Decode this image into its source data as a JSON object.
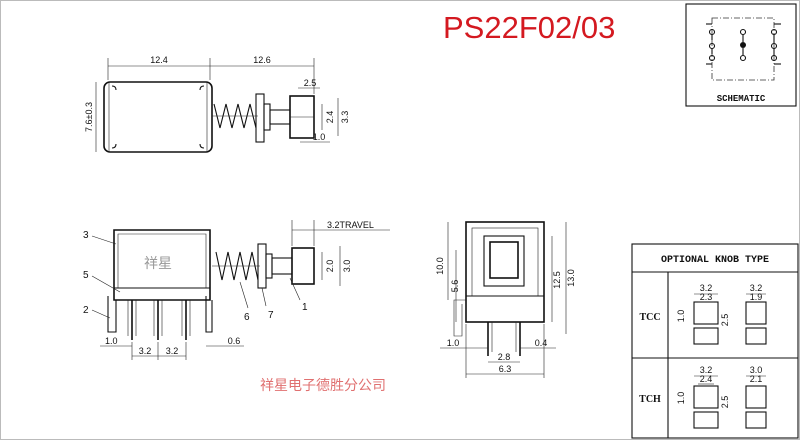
{
  "title": "PS22F02/03",
  "watermark": "祥星",
  "company": "祥星电子德胜分公司",
  "schematic": {
    "label": "SCHEMATIC"
  },
  "top_view": {
    "dims": {
      "body_length": "12.4",
      "stem_length": "12.6",
      "height": "7.6±0.3",
      "stem_tip": "2.5",
      "stem_w1": "2.4",
      "stem_w2": "3.3",
      "stem_end": "1.0"
    }
  },
  "side_view": {
    "travel": "3.2TRAVEL",
    "dims": {
      "stem_a": "2.0",
      "stem_b": "3.0",
      "pin_offset": "1.0",
      "pitch_1": "3.2",
      "pitch_2": "3.2",
      "tab": "0.6"
    },
    "callouts": [
      "1",
      "2",
      "3",
      "5",
      "6",
      "7"
    ]
  },
  "front_view": {
    "dims": {
      "height": "10.0",
      "mid": "5.6",
      "h2": "12.5",
      "h3": "13.0",
      "left": "1.0",
      "right": "0.4",
      "pitch": "2.8",
      "width": "6.3"
    }
  },
  "knob_table": {
    "header": "OPTIONAL KNOB TYPE",
    "rows": [
      {
        "label": "TCC",
        "a_top": "3.2",
        "a_inner": "2.3",
        "a_side": "1.0",
        "a_h": "2.5",
        "b_top": "3.2",
        "b_inner": "1.9"
      },
      {
        "label": "TCH",
        "a_top": "3.2",
        "a_inner": "2.4",
        "a_side": "1.0",
        "a_h": "2.5",
        "b_top": "3.0",
        "b_inner": "2.1"
      }
    ]
  }
}
